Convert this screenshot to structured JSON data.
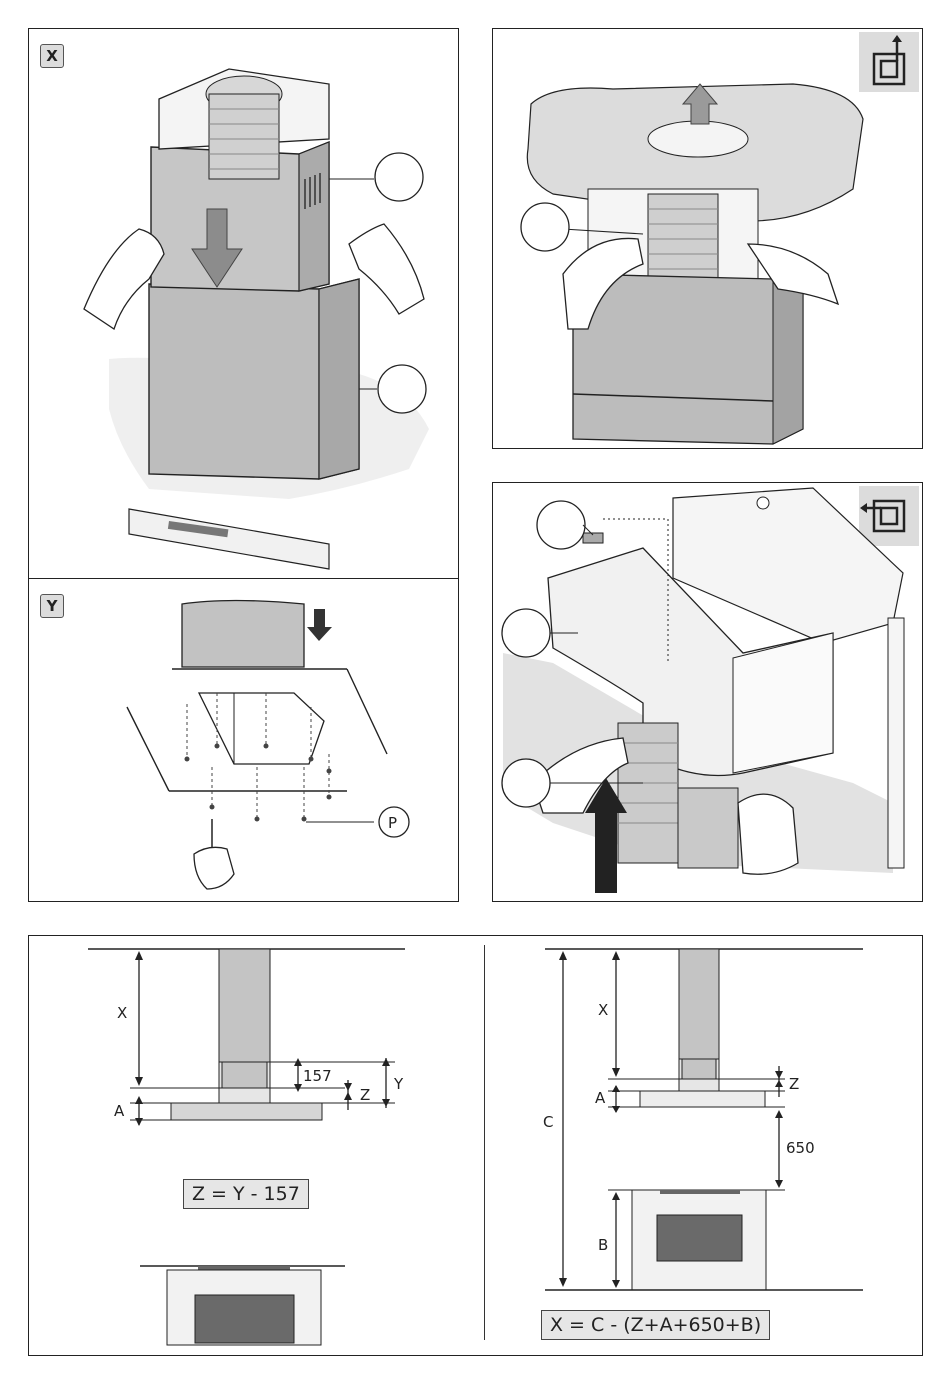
{
  "panels": {
    "x_tag": "X",
    "y_tag": "Y",
    "p_callout": "P"
  },
  "dims": {
    "left": {
      "x": "X",
      "a": "A",
      "z": "Z",
      "y": "Y",
      "v157": "157",
      "formula": "Z = Y - 157"
    },
    "right": {
      "x": "X",
      "a": "A",
      "z": "Z",
      "c": "C",
      "b": "B",
      "v650": "650",
      "formula": "X = C - (Z+A+650+B)"
    }
  },
  "colors": {
    "metal": "#b9b9b9",
    "metal_dark": "#8e8e8e",
    "wall": "#e4e4e4",
    "oven": "#6a6a6a",
    "line": "#222222"
  }
}
